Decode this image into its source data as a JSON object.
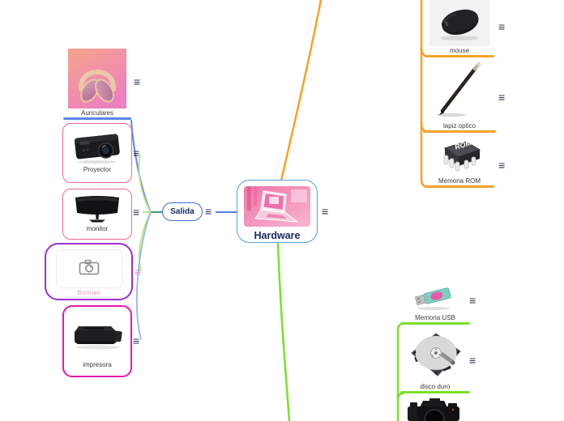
{
  "app": {
    "title": "Hardware mind map canvas"
  },
  "icons": {
    "menu": "≡",
    "image_placeholder": "camera-outline-icon"
  },
  "colors": {
    "center_border": "#54a0dc",
    "navy_text": "#17295e",
    "salida_border": "#3a6bd8",
    "blue_branch": "#5b86ea",
    "pink_box_border": "#f2688c",
    "purple_box_border": "#9b2fd4",
    "magenta_box_border": "#e619ae",
    "orange_branch": "#f7a229",
    "green_branch": "#7be02a",
    "light_green_branch": "#b8e370",
    "periwinkle_branch": "#9ab8f2",
    "teal_stem": "#2f8a7d",
    "bocinas_label_color": "#e6a3c4"
  },
  "nodes": {
    "hardware": {
      "label": "Hardware",
      "image": "laptop-illustration"
    },
    "salida": {
      "label": "Salida"
    },
    "auriculares": {
      "label": "Auriculares",
      "image": "headphones-photo"
    },
    "proyector": {
      "label": "Proyector",
      "image": "projector-photo"
    },
    "monitor": {
      "label": "monitor",
      "image": "monitor-photo"
    },
    "bocinas": {
      "label": "Bocinas",
      "image": "image-placeholder"
    },
    "impresora": {
      "label": "impresora",
      "image": "printer-photo"
    },
    "mouse": {
      "label": "mouse",
      "image": "mouse-photo"
    },
    "lapiz_optico": {
      "label": "lapiz optico",
      "image": "stylus-photo"
    },
    "memoria_rom": {
      "label": "Memoria ROM",
      "image": "rom-chip-photo"
    },
    "memoria_usb": {
      "label": "Memoria USB",
      "image": "usb-drive-photo"
    },
    "disco_duro": {
      "label": "disco duro",
      "image": "hard-disk-photo"
    },
    "camara": {
      "label": "",
      "image": "dslr-camera-photo"
    }
  }
}
